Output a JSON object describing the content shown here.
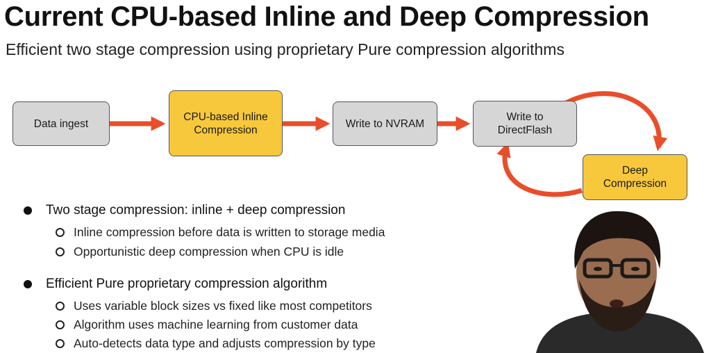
{
  "slide": {
    "title": "Current CPU-based Inline and Deep Compression",
    "subtitle": "Efficient two stage compression using proprietary Pure compression algorithms"
  },
  "diagram": {
    "nodes": {
      "data_ingest": "Data ingest",
      "inline_compression": "CPU-based Inline Compression",
      "write_nvram": "Write to NVRAM",
      "write_directflash": "Write to DirectFlash",
      "deep_compression": "Deep Compression"
    },
    "colors": {
      "arrow": "#ea4d2a",
      "grey_box": "#d6d6d6",
      "yellow_box": "#f7c83b"
    }
  },
  "bullets": [
    {
      "text": "Two stage compression: inline + deep compression",
      "sub": [
        "Inline compression before data is written to storage media",
        "Opportunistic deep compression when CPU is idle"
      ]
    },
    {
      "text": "Efficient Pure proprietary compression algorithm",
      "sub": [
        "Uses variable block sizes vs fixed like most competitors",
        "Algorithm uses machine learning from customer data",
        "Auto-detects data type and adjusts compression by type"
      ]
    }
  ]
}
